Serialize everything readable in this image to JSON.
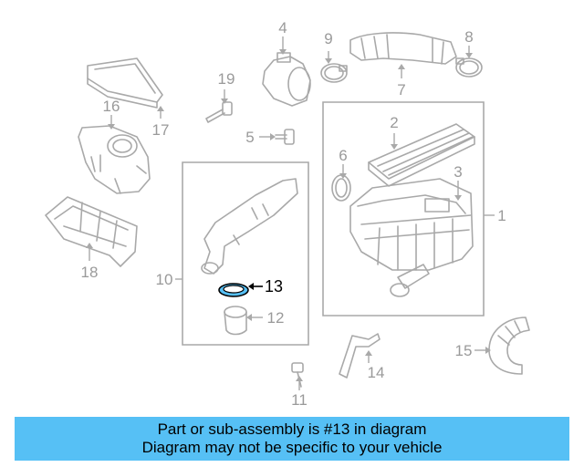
{
  "diagram": {
    "callouts": {
      "c1": "1",
      "c2": "2",
      "c3": "3",
      "c4": "4",
      "c5": "5",
      "c6": "6",
      "c7": "7",
      "c8": "8",
      "c9": "9",
      "c10": "10",
      "c11": "11",
      "c12": "12",
      "c13": "13",
      "c14": "14",
      "c15": "15",
      "c16": "16",
      "c17": "17",
      "c18": "18",
      "c19": "19"
    },
    "highlighted_part": "13",
    "highlight_color": "#56c0f5"
  },
  "banner": {
    "line1": "Part or sub-assembly is #13 in diagram",
    "line2": "Diagram may not be specific to your vehicle",
    "background": "#56c0f5"
  }
}
